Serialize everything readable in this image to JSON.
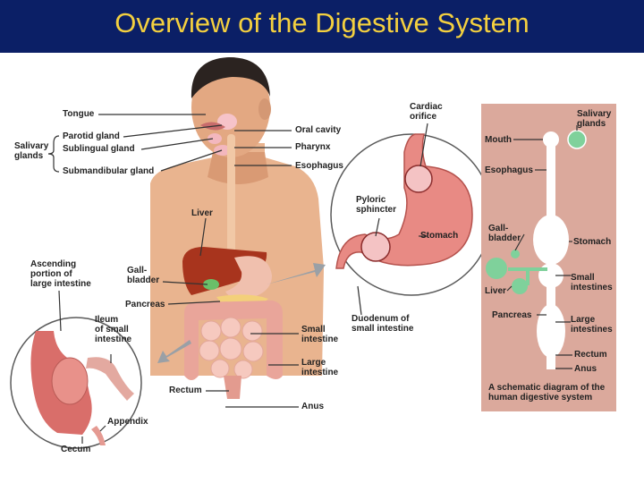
{
  "title": "Overview of the Digestive System",
  "labels": {
    "tongue": "Tongue",
    "salivary_glands": "Salivary\nglands",
    "parotid_gland": "Parotid gland",
    "sublingual_gland": "Sublingual gland",
    "submandibular_gland": "Submandibular gland",
    "oral_cavity": "Oral cavity",
    "pharynx": "Pharynx",
    "esophagus": "Esophagus",
    "liver": "Liver",
    "gallbladder": "Gall-\nbladder",
    "pancreas": "Pancreas",
    "small_intestine": "Small\nintestine",
    "large_intestine": "Large\nintestine",
    "rectum": "Rectum",
    "anus": "Anus",
    "ascending_large_intestine": "Ascending\nportion of\nlarge intestine",
    "ileum": "Ileum\nof small\nintestine",
    "appendix": "Appendix",
    "cecum": "Cecum",
    "cardiac_orifice": "Cardiac\norifice",
    "pyloric_sphincter": "Pyloric\nsphincter",
    "stomach": "Stomach",
    "duodenum": "Duodenum of\nsmall intestine"
  },
  "schematic": {
    "mouth": "Mouth",
    "salivary_glands": "Salivary\nglands",
    "esophagus": "Esophagus",
    "gallbladder": "Gall-\nbladder",
    "stomach": "Stomach",
    "liver": "Liver",
    "small_intestines": "Small\nintestines",
    "pancreas": "Pancreas",
    "large_intestines": "Large\nintestines",
    "rectum": "Rectum",
    "anus": "Anus",
    "caption": "A schematic diagram of the\nhuman digestive system"
  },
  "colors": {
    "title_bar": "#0b1f66",
    "title_text": "#f4d03f",
    "schematic_panel": "#dba99c",
    "skin": "#e9b48f",
    "liver": "#a8341d",
    "intestine": "#f0b8ad",
    "stomach": "#e88a84",
    "gland_green": "#7fd19b"
  }
}
